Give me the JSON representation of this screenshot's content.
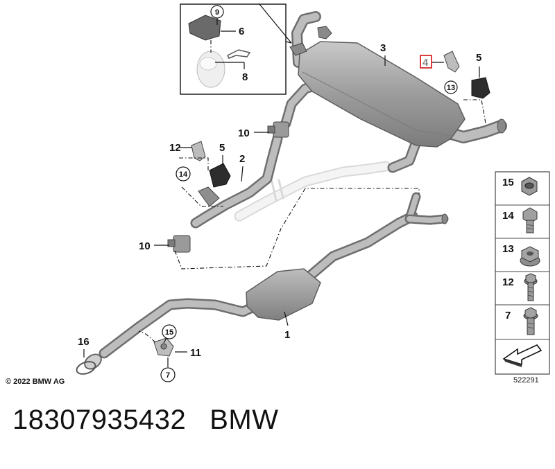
{
  "diagram": {
    "copyright": "© 2022 BMW AG",
    "image_code": "522291",
    "callouts": [
      "1",
      "2",
      "3",
      "4",
      "5",
      "5",
      "6",
      "7",
      "8",
      "9",
      "10",
      "10",
      "11",
      "12",
      "13",
      "14",
      "15",
      "16"
    ],
    "hardware_column": [
      "15",
      "14",
      "13",
      "12",
      "7"
    ]
  },
  "footer": {
    "part_number": "18307935432",
    "brand": "BMW"
  },
  "colors": {
    "pipe": "#a9a9a9",
    "pipe_outline": "#6e6e6e",
    "ghost_pipe": "#e6e6e6",
    "highlight_box": "#d62828"
  },
  "icons": [
    "arrow-icon",
    "nut-icon",
    "bolt-icon",
    "flange-nut-icon",
    "screw-icon"
  ]
}
